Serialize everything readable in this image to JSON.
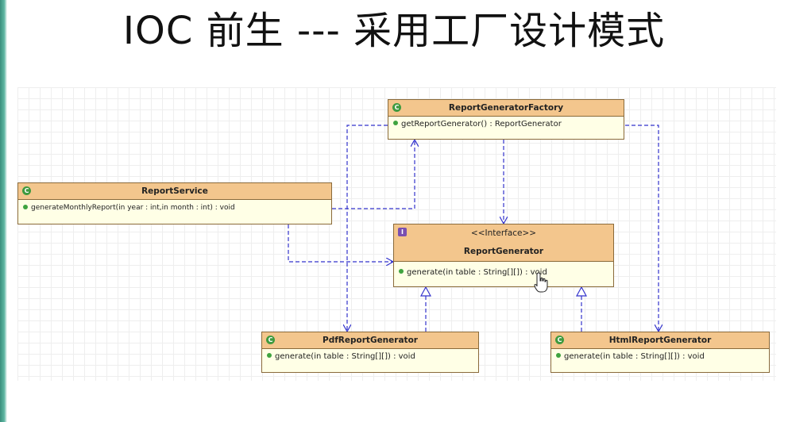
{
  "title": "IOC 前生 --- 采用工厂设计模式",
  "classes": {
    "factory": {
      "name": "ReportGeneratorFactory",
      "method": "getReportGenerator() : ReportGenerator"
    },
    "service": {
      "name": "ReportService",
      "method": "generateMonthlyReport(in year : int,in month : int) : void"
    },
    "iface": {
      "stereotype": "<<Interface>>",
      "name": "ReportGenerator",
      "method": "generate(in table : String[][]) : void"
    },
    "pdf": {
      "name": "PdfReportGenerator",
      "method": "generate(in table : String[][]) : void"
    },
    "html": {
      "name": "HtmlReportGenerator",
      "method": "generate(in table : String[][]) : void"
    }
  },
  "icons": {
    "class": "class-icon",
    "interface": "interface-icon",
    "method": "public-method-icon",
    "cursor": "hand-cursor-icon"
  },
  "colors": {
    "header": "#f3c68d",
    "body": "#ffffe6",
    "link": "#3333cc",
    "class_badge": "#3f9a3f",
    "interface_badge": "#7a4fb0"
  }
}
